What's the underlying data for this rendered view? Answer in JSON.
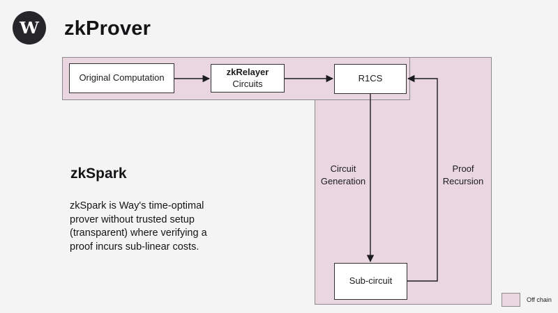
{
  "page": {
    "background": "#f4f4f4"
  },
  "header": {
    "title": "zkProver",
    "logo_letter": "W",
    "logo_color": "#26262a"
  },
  "colors": {
    "off_chain_fill": "#e9d6df",
    "region_border": "#8e8a8d",
    "node_border": "#2f2f33",
    "connector_line": "#1c1c1e"
  },
  "diagram": {
    "nodes": {
      "original_computation": "Original Computation",
      "zkrelayer_title": "zkRelayer",
      "zkrelayer_subtitle": "Circuits",
      "r1cs": "R1CS",
      "sub_circuit": "Sub-circuit"
    },
    "labels": {
      "circuit_generation": "Circuit\nGeneration",
      "proof_recursion": "Proof\nRecursion"
    }
  },
  "zkspark": {
    "title": "zkSpark",
    "description": "zkSpark is Way's time-optimal\nprover without trusted setup\n(transparent)  where verifying a\nproof incurs sub-linear costs."
  },
  "legend": {
    "label": "Off chain"
  }
}
